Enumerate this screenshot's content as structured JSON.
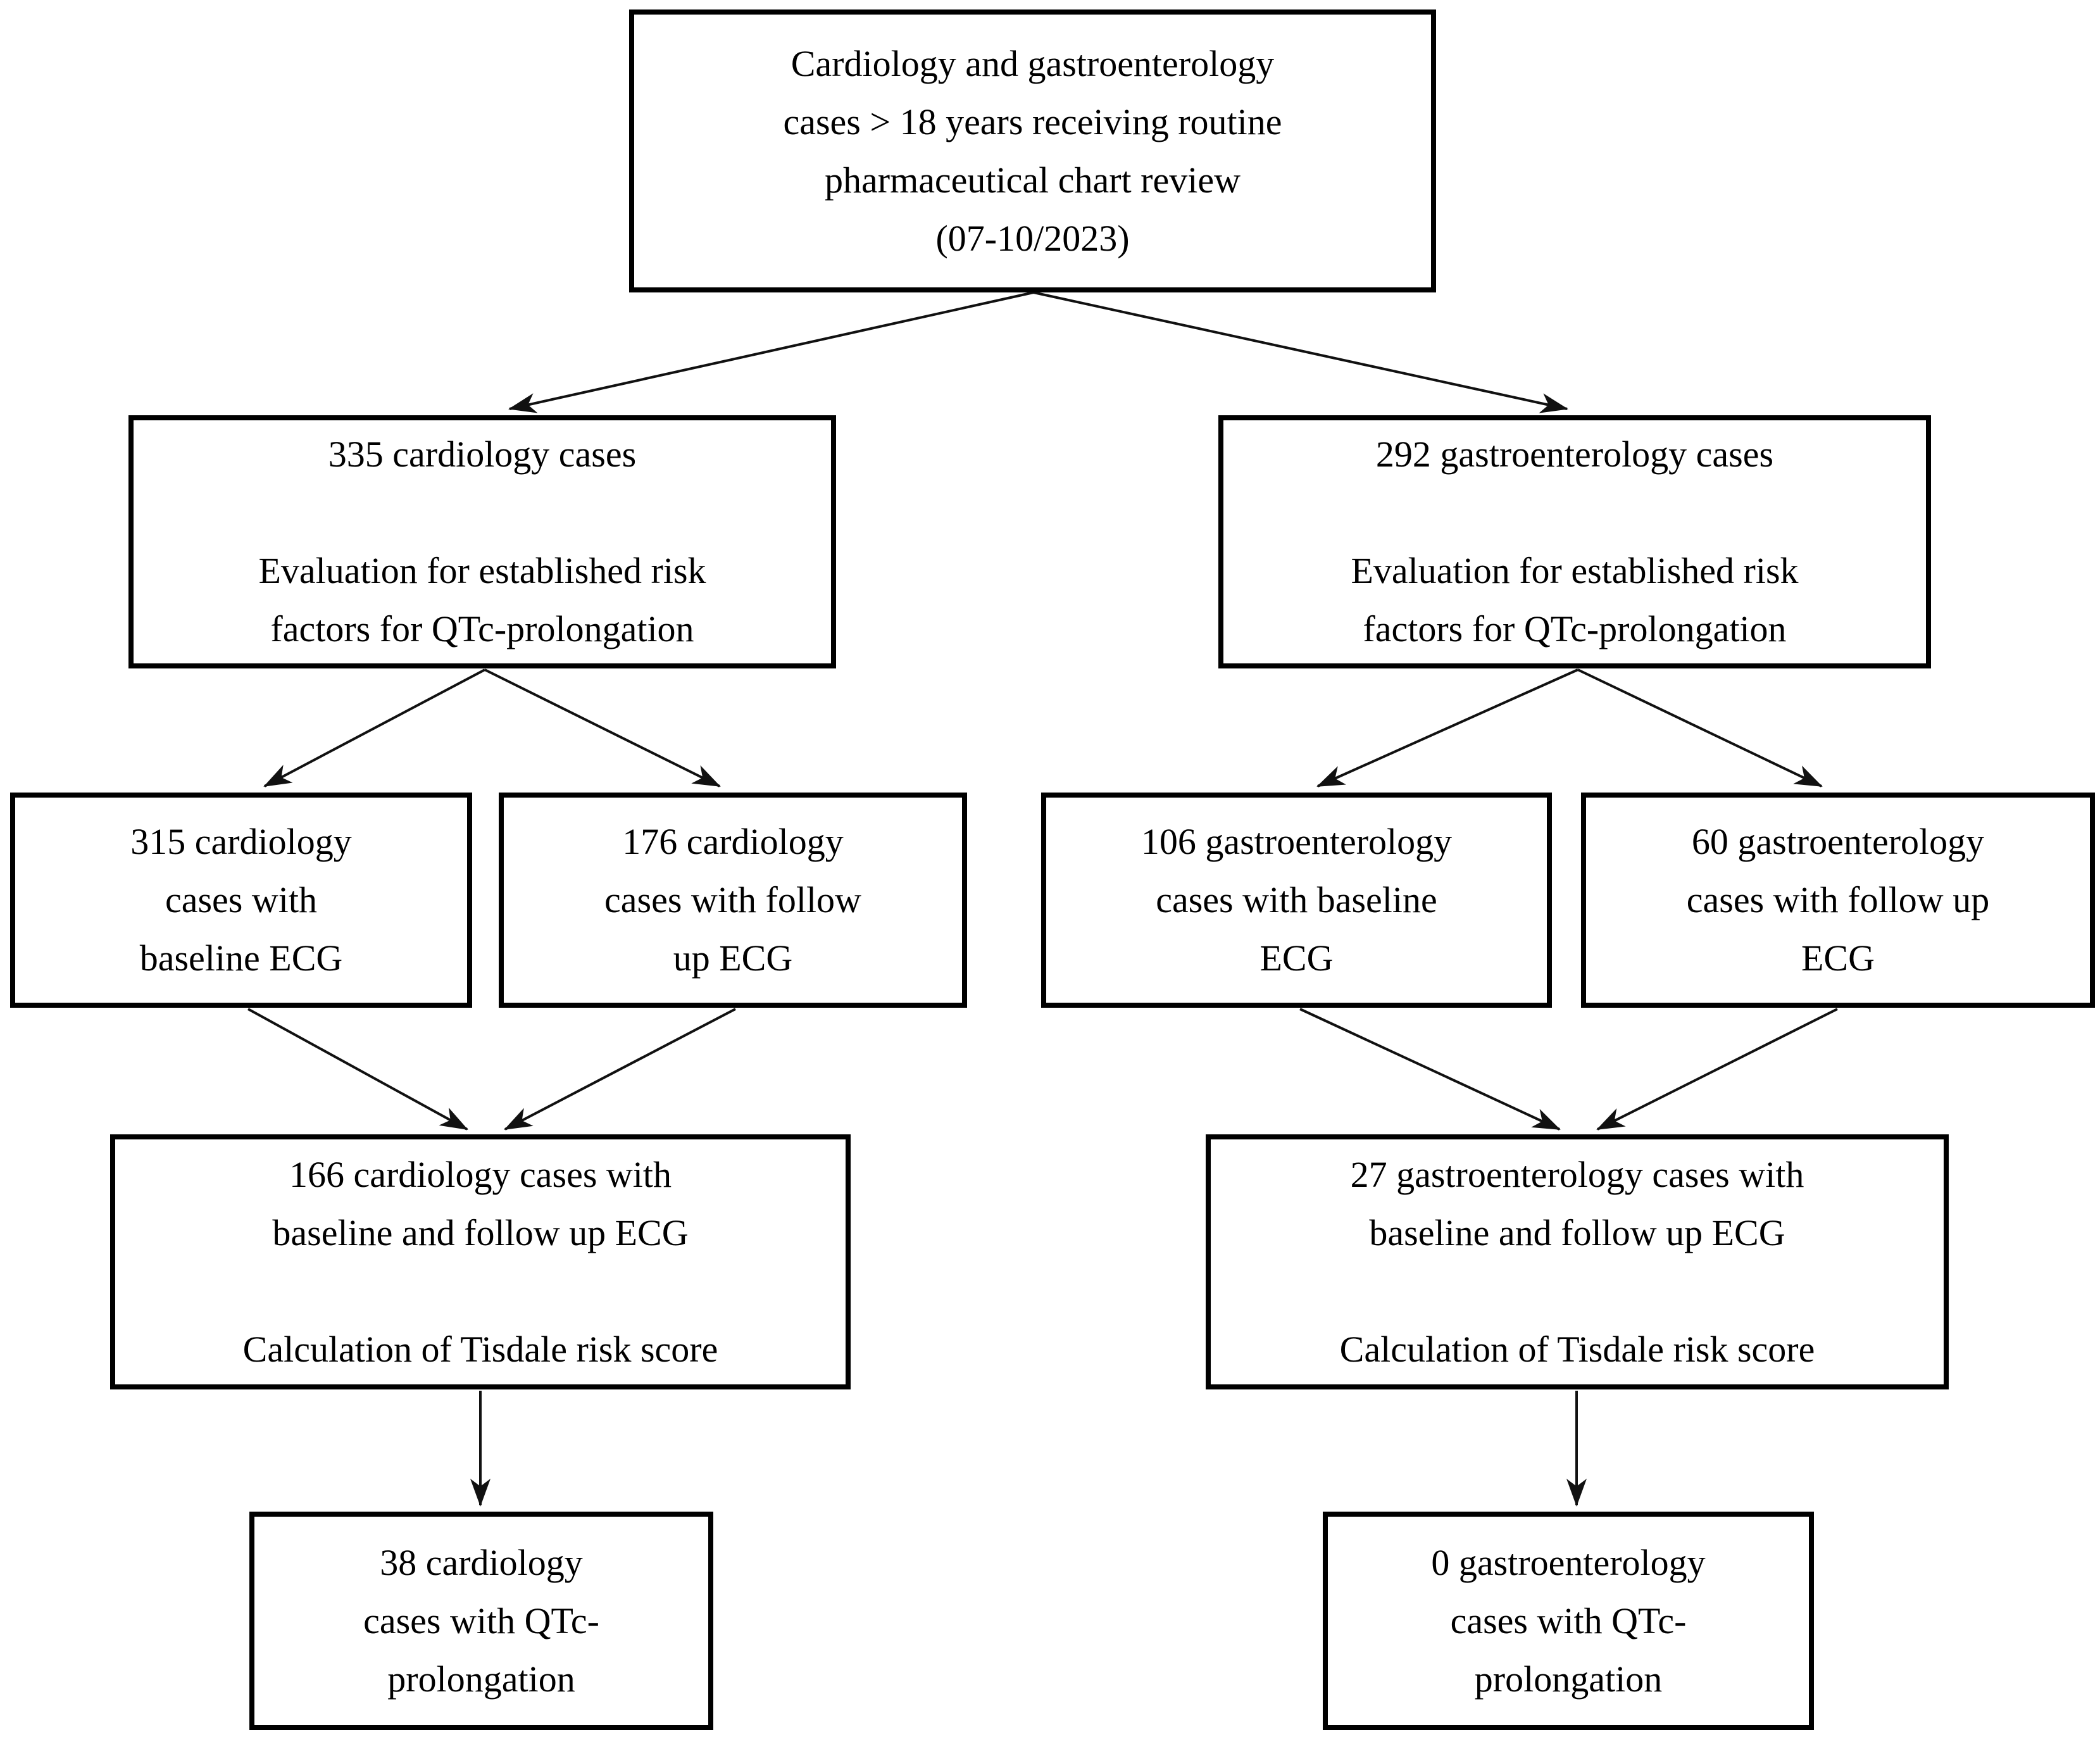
{
  "diagram": {
    "type": "flowchart",
    "background_color": "#ffffff",
    "box_border_color": "#000000",
    "arrow_color": "#111111",
    "nodes": {
      "root": {
        "text": "Cardiology and gastroenterology\ncases > 18 years receiving routine\npharmaceutical chart review\n(07-10/2023)"
      },
      "cardiology": {
        "text": "335 cardiology cases\n\nEvaluation for established risk\nfactors for QTc-prolongation"
      },
      "gastro": {
        "text": "292 gastroenterology cases\n\nEvaluation for established risk\nfactors for QTc-prolongation"
      },
      "cardio_baseline": {
        "text": "315 cardiology\ncases with\nbaseline ECG"
      },
      "cardio_followup": {
        "text": "176 cardiology\ncases with follow\nup ECG"
      },
      "gastro_baseline": {
        "text": "106 gastroenterology\ncases with baseline\nECG"
      },
      "gastro_followup": {
        "text": "60 gastroenterology\ncases with follow up\nECG"
      },
      "cardio_both": {
        "text": "166 cardiology cases with\nbaseline and follow up ECG\n\nCalculation of Tisdale risk score"
      },
      "gastro_both": {
        "text": "27 gastroenterology cases with\nbaseline and follow up ECG\n\nCalculation of Tisdale risk score"
      },
      "cardio_qtc": {
        "text": "38 cardiology\ncases with QTc-\nprolongation"
      },
      "gastro_qtc": {
        "text": "0 gastroenterology\ncases with QTc-\nprolongation"
      }
    },
    "edges": [
      {
        "from": "root",
        "to": "cardiology"
      },
      {
        "from": "root",
        "to": "gastro"
      },
      {
        "from": "cardiology",
        "to": "cardio_baseline"
      },
      {
        "from": "cardiology",
        "to": "cardio_followup"
      },
      {
        "from": "gastro",
        "to": "gastro_baseline"
      },
      {
        "from": "gastro",
        "to": "gastro_followup"
      },
      {
        "from": "cardio_baseline",
        "to": "cardio_both"
      },
      {
        "from": "cardio_followup",
        "to": "cardio_both"
      },
      {
        "from": "gastro_baseline",
        "to": "gastro_both"
      },
      {
        "from": "gastro_followup",
        "to": "gastro_both"
      },
      {
        "from": "cardio_both",
        "to": "cardio_qtc"
      },
      {
        "from": "gastro_both",
        "to": "gastro_qtc"
      }
    ]
  }
}
